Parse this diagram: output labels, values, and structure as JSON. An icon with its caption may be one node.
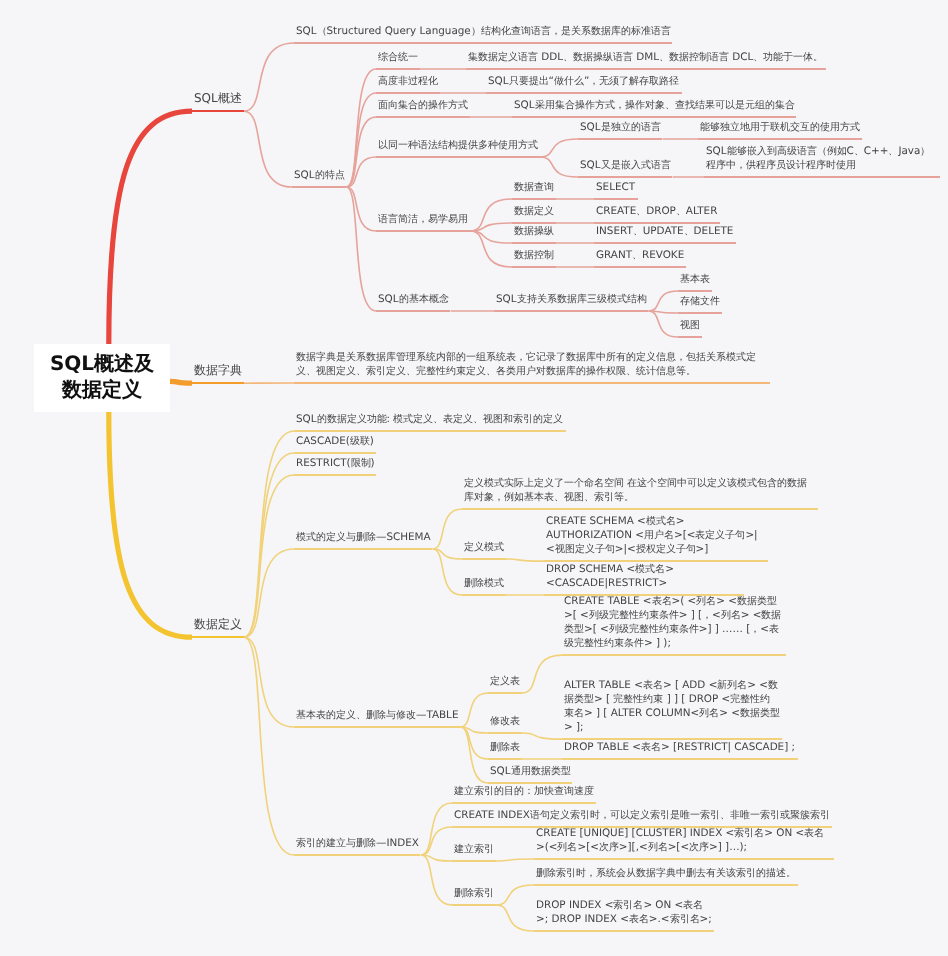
{
  "diagram": {
    "nodes": [
      {
        "text": [
          "SQL概述及数据定义"
        ]
      },
      {
        "text": [
          "SQL概述"
        ]
      },
      {
        "text": [
          "SQL（Structured Query Language）结构化查询语言，是关系数据库的标准语言"
        ]
      },
      {
        "text": [
          "SQL的特点"
        ]
      },
      {
        "text": [
          "综合统一"
        ]
      },
      {
        "text": [
          "集数据定义语言 DDL、数据操纵语言 DML、数据控制语言 DCL、功能于一体。"
        ]
      },
      {
        "text": [
          "高度非过程化"
        ]
      },
      {
        "text": [
          "SQL只要提出“做什么”，无须了解存取路径"
        ]
      },
      {
        "text": [
          "面向集合的操作方式"
        ]
      },
      {
        "text": [
          "SQL采用集合操作方式，操作对象、查找结果可以是元组的集合"
        ]
      },
      {
        "text": [
          "以同一种语法结构提供多种使用方式"
        ]
      },
      {
        "text": [
          "SQL是独立的语言"
        ]
      },
      {
        "text": [
          "能够独立地用于联机交互的使用方式"
        ]
      },
      {
        "text": [
          "SQL又是嵌入式语言"
        ]
      },
      {
        "text": [
          "SQL能够嵌入到高级语言（例如C、C++、Java）程序中，供程序员设计程序时使用"
        ]
      },
      {
        "text": [
          "语言简洁，易学易用"
        ]
      },
      {
        "text": [
          "数据查询"
        ]
      },
      {
        "text": [
          "SELECT"
        ]
      },
      {
        "text": [
          "数据定义"
        ]
      },
      {
        "text": [
          "CREATE、DROP、ALTER"
        ]
      },
      {
        "text": [
          "数据操纵"
        ]
      },
      {
        "text": [
          "INSERT、UPDATE、DELETE"
        ]
      },
      {
        "text": [
          "数据控制"
        ]
      },
      {
        "text": [
          "GRANT、REVOKE"
        ]
      },
      {
        "text": [
          "SQL的基本概念"
        ]
      },
      {
        "text": [
          "SQL支持关系数据库三级模式结构"
        ]
      },
      {
        "text": [
          "基本表"
        ]
      },
      {
        "text": [
          "存储文件"
        ]
      },
      {
        "text": [
          "视图"
        ]
      },
      {
        "text": [
          "数据字典"
        ]
      },
      {
        "text": [
          "数据字典是关系数据库管理系统内部的一组系统表，它记录了数据库中所有的定义信息，包括关系模式定义、视图定义、索引定义、完整性约束定义、各类用户对数据库的操作权限、统计信息等。"
        ]
      },
      {
        "text": [
          "数据定义"
        ]
      },
      {
        "text": [
          "SQL的数据定义功能: 模式定义、表定义、视图和索引的定义"
        ]
      },
      {
        "text": [
          "CASCADE(级联)"
        ]
      },
      {
        "text": [
          "RESTRICT(限制)"
        ]
      },
      {
        "text": [
          "模式的定义与删除—SCHEMA"
        ]
      },
      {
        "text": [
          "定义模式实际上定义了一个命名空间 在这个空间中可以定义该模式包含的数据库对象，例如基本表、视图、索引等。"
        ]
      },
      {
        "text": [
          "定义模式"
        ]
      },
      {
        "text": [
          "CREATE SCHEMA <模式名> AUTHORIZATION <用户名>[<表定义子句>|<视图定义子句>|<授权定义子句>]"
        ]
      },
      {
        "text": [
          "删除模式"
        ]
      },
      {
        "text": [
          "DROP SCHEMA <模式名> <CASCADE|RESTRICT>"
        ]
      },
      {
        "text": [
          "基本表的定义、删除与修改—TABLE"
        ]
      },
      {
        "text": [
          "定义表"
        ]
      },
      {
        "text": [
          "CREATE TABLE <表名>( <列名> <数据类型>[ <列级完整性约束条件> ] [，<列名> <数据类型>[ <列级完整性约束条件>] ] …… [，<表级完整性约束条件> ] );"
        ]
      },
      {
        "text": [
          "修改表"
        ]
      },
      {
        "text": [
          "ALTER TABLE <表名> [ ADD <新列名> <数据类型> [ 完整性约束 ] ] [ DROP <完整性约束名> ] [ ALTER COLUMN<列名> <数据类型> ];"
        ]
      },
      {
        "text": [
          "删除表"
        ]
      },
      {
        "text": [
          "DROP TABLE <表名> [RESTRICT| CASCADE] ;"
        ]
      },
      {
        "text": [
          "SQL通用数据类型"
        ]
      },
      {
        "text": [
          "索引的建立与删除—INDEX"
        ]
      },
      {
        "text": [
          "建立索引的目的：加快查询速度"
        ]
      },
      {
        "text": [
          "CREATE INDEX语句定义索引时，可以定义索引是唯一索引、非唯一索引或聚簇索引"
        ]
      },
      {
        "text": [
          "建立索引"
        ]
      },
      {
        "text": [
          "CREATE [UNIQUE] [CLUSTER] INDEX <索引名> ON <表名>(<列名>[<次序>][,<列名>[<次序>] ]…);"
        ]
      },
      {
        "text": [
          "删除索引"
        ]
      },
      {
        "text": [
          "删除索引时，系统会从数据字典中删去有关该索引的描述。"
        ]
      },
      {
        "text": [
          "DROP INDEX <索引名> ON <表名>; DROP INDEX <表名>.<索引名>;"
        ]
      }
    ],
    "edges": [
      {
        "from": 0,
        "to": 1,
        "arrow": "none",
        "style": "thick",
        "color": "#e8453c"
      },
      {
        "from": 1,
        "to": 2,
        "arrow": "none",
        "color": "#e6a39b"
      },
      {
        "from": 1,
        "to": 3,
        "arrow": "none",
        "color": "#e6a39b"
      },
      {
        "from": 3,
        "to": 4,
        "arrow": "none",
        "color": "#e6a39b"
      },
      {
        "from": 4,
        "to": 5,
        "arrow": "none",
        "color": "#e6a39b"
      },
      {
        "from": 3,
        "to": 6,
        "arrow": "none",
        "color": "#e6a39b"
      },
      {
        "from": 6,
        "to": 7,
        "arrow": "none",
        "color": "#e6a39b"
      },
      {
        "from": 3,
        "to": 8,
        "arrow": "none",
        "color": "#e6a39b"
      },
      {
        "from": 8,
        "to": 9,
        "arrow": "none",
        "color": "#e6a39b"
      },
      {
        "from": 3,
        "to": 10,
        "arrow": "none",
        "color": "#e6a39b"
      },
      {
        "from": 10,
        "to": 11,
        "arrow": "none",
        "color": "#e6a39b"
      },
      {
        "from": 11,
        "to": 12,
        "arrow": "none",
        "color": "#e6a39b"
      },
      {
        "from": 10,
        "to": 13,
        "arrow": "none",
        "color": "#e6a39b"
      },
      {
        "from": 13,
        "to": 14,
        "arrow": "none",
        "color": "#e6a39b"
      },
      {
        "from": 3,
        "to": 15,
        "arrow": "none",
        "color": "#e6a39b"
      },
      {
        "from": 15,
        "to": 16,
        "arrow": "none",
        "color": "#e6a39b"
      },
      {
        "from": 16,
        "to": 17,
        "arrow": "none",
        "color": "#e6a39b"
      },
      {
        "from": 15,
        "to": 18,
        "arrow": "none",
        "color": "#e6a39b"
      },
      {
        "from": 18,
        "to": 19,
        "arrow": "none",
        "color": "#e6a39b"
      },
      {
        "from": 15,
        "to": 20,
        "arrow": "none",
        "color": "#e6a39b"
      },
      {
        "from": 20,
        "to": 21,
        "arrow": "none",
        "color": "#e6a39b"
      },
      {
        "from": 15,
        "to": 22,
        "arrow": "none",
        "color": "#e6a39b"
      },
      {
        "from": 22,
        "to": 23,
        "arrow": "none",
        "color": "#e6a39b"
      },
      {
        "from": 3,
        "to": 24,
        "arrow": "none",
        "color": "#e6a39b"
      },
      {
        "from": 24,
        "to": 25,
        "arrow": "none",
        "color": "#e6a39b"
      },
      {
        "from": 25,
        "to": 26,
        "arrow": "none",
        "color": "#e6a39b"
      },
      {
        "from": 25,
        "to": 27,
        "arrow": "none",
        "color": "#e6a39b"
      },
      {
        "from": 25,
        "to": 28,
        "arrow": "none",
        "color": "#e6a39b"
      },
      {
        "from": 0,
        "to": 29,
        "arrow": "none",
        "style": "thick",
        "color": "#f39c2b"
      },
      {
        "from": 29,
        "to": 30,
        "arrow": "none",
        "color": "#f3b77a"
      },
      {
        "from": 0,
        "to": 31,
        "arrow": "none",
        "style": "thick",
        "color": "#f4c430"
      },
      {
        "from": 31,
        "to": 32,
        "arrow": "none",
        "color": "#f1d27a"
      },
      {
        "from": 31,
        "to": 33,
        "arrow": "none",
        "color": "#f1d27a"
      },
      {
        "from": 31,
        "to": 34,
        "arrow": "none",
        "color": "#f1d27a"
      },
      {
        "from": 31,
        "to": 35,
        "arrow": "none",
        "color": "#f1d27a"
      },
      {
        "from": 35,
        "to": 36,
        "arrow": "none",
        "color": "#f1d27a"
      },
      {
        "from": 35,
        "to": 37,
        "arrow": "none",
        "color": "#f1d27a"
      },
      {
        "from": 37,
        "to": 38,
        "arrow": "none",
        "color": "#f1d27a"
      },
      {
        "from": 35,
        "to": 39,
        "arrow": "none",
        "color": "#f1d27a"
      },
      {
        "from": 39,
        "to": 40,
        "arrow": "none",
        "color": "#f1d27a"
      },
      {
        "from": 31,
        "to": 41,
        "arrow": "none",
        "color": "#f1d27a"
      },
      {
        "from": 41,
        "to": 42,
        "arrow": "none",
        "color": "#f1d27a"
      },
      {
        "from": 42,
        "to": 43,
        "arrow": "none",
        "color": "#f1d27a"
      },
      {
        "from": 41,
        "to": 44,
        "arrow": "none",
        "color": "#f1d27a"
      },
      {
        "from": 44,
        "to": 45,
        "arrow": "none",
        "color": "#f1d27a"
      },
      {
        "from": 41,
        "to": 46,
        "arrow": "none",
        "color": "#f1d27a"
      },
      {
        "from": 46,
        "to": 47,
        "arrow": "none",
        "color": "#f1d27a"
      },
      {
        "from": 41,
        "to": 48,
        "arrow": "none",
        "color": "#f1d27a"
      },
      {
        "from": 31,
        "to": 49,
        "arrow": "none",
        "color": "#f1d27a"
      },
      {
        "from": 49,
        "to": 50,
        "arrow": "none",
        "color": "#f1d27a"
      },
      {
        "from": 49,
        "to": 51,
        "arrow": "none",
        "color": "#f1d27a"
      },
      {
        "from": 49,
        "to": 52,
        "arrow": "none",
        "color": "#f1d27a"
      },
      {
        "from": 52,
        "to": 53,
        "arrow": "none",
        "color": "#f1d27a"
      },
      {
        "from": 49,
        "to": 54,
        "arrow": "none",
        "color": "#f1d27a"
      },
      {
        "from": 54,
        "to": 55,
        "arrow": "none",
        "color": "#f1d27a"
      },
      {
        "from": 54,
        "to": 56,
        "arrow": "none",
        "color": "#f1d27a"
      }
    ]
  }
}
